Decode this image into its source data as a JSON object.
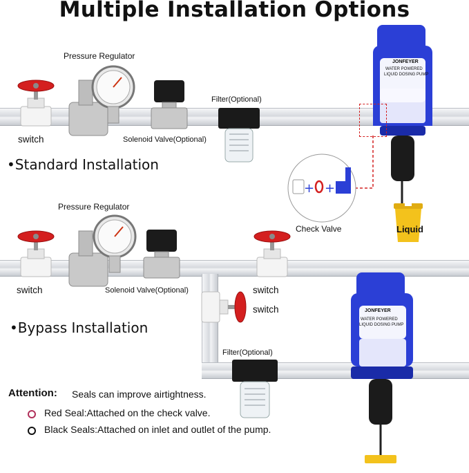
{
  "title": "Multiple Installation Options",
  "standard": {
    "heading": "•Standard Installation",
    "pressure_regulator_label": "Pressure Regulator",
    "switch_label": "switch",
    "solenoid_label": "Solenoid Valve(Optional)",
    "filter_label": "Filter(Optional)",
    "check_valve_label": "Check Valve",
    "liquid_label": "Liquid"
  },
  "bypass": {
    "heading": "•Bypass Installation",
    "pressure_regulator_label": "Pressure Regulator",
    "switch_left_label": "switch",
    "switch_right_label": "switch",
    "switch_branch_label": "switch",
    "solenoid_label": "Solenoid Valve(Optional)",
    "filter_label": "Filter(Optional)"
  },
  "pump": {
    "brand": "JONFEYER",
    "line1": "WATER POWERED",
    "line2": "LIQUID DOSING PUMP"
  },
  "attention": {
    "label": "Attention:",
    "text": "Seals can improve airtightness.",
    "red_seal": "Red Seal:Attached on the check valve.",
    "black_seals": "Black Seals:Attached on inlet and outlet of the pump."
  },
  "colors": {
    "pump_blue": "#2b3fd6",
    "valve_red": "#d41f1f",
    "liquid_yellow": "#f3c21c",
    "red_seal": "#b0305a",
    "black_seal": "#111111"
  }
}
